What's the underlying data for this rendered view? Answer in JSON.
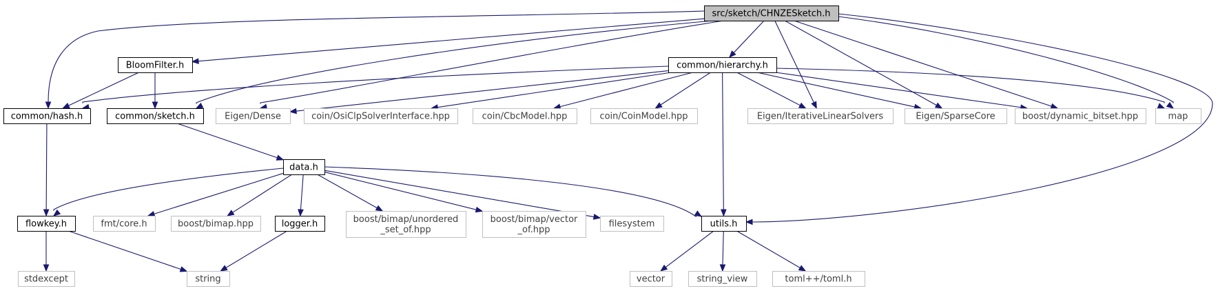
{
  "diagram": {
    "type": "include-dependency-graph",
    "colors": {
      "edge": "#191970",
      "root_fill": "#bfbfbf",
      "local_border": "#000000",
      "external_border": "#bfbfbf",
      "external_text": "#404040"
    },
    "nodes": [
      {
        "id": "root",
        "label": "src/sketch/CHNZESketch.h",
        "kind": "root"
      },
      {
        "id": "bloom",
        "label": "BloomFilter.h",
        "kind": "local"
      },
      {
        "id": "hier",
        "label": "common/hierarchy.h",
        "kind": "local"
      },
      {
        "id": "hash",
        "label": "common/hash.h",
        "kind": "local"
      },
      {
        "id": "csketch",
        "label": "common/sketch.h",
        "kind": "local"
      },
      {
        "id": "dense",
        "label": "Eigen/Dense",
        "kind": "external"
      },
      {
        "id": "osi",
        "label": "coin/OsiClpSolverInterface.hpp",
        "kind": "external"
      },
      {
        "id": "cbc",
        "label": "coin/CbcModel.hpp",
        "kind": "external"
      },
      {
        "id": "coinm",
        "label": "coin/CoinModel.hpp",
        "kind": "external"
      },
      {
        "id": "iter",
        "label": "Eigen/IterativeLinearSolvers",
        "kind": "external"
      },
      {
        "id": "sparse",
        "label": "Eigen/SparseCore",
        "kind": "external"
      },
      {
        "id": "dynb",
        "label": "boost/dynamic_bitset.hpp",
        "kind": "external"
      },
      {
        "id": "map",
        "label": "map",
        "kind": "external"
      },
      {
        "id": "data",
        "label": "data.h",
        "kind": "local"
      },
      {
        "id": "flowkey",
        "label": "flowkey.h",
        "kind": "local"
      },
      {
        "id": "fmt",
        "label": "fmt/core.h",
        "kind": "external"
      },
      {
        "id": "bimap",
        "label": "boost/bimap.hpp",
        "kind": "external"
      },
      {
        "id": "logger",
        "label": "logger.h",
        "kind": "local"
      },
      {
        "id": "unord",
        "label": [
          "boost/bimap/unordered",
          "_set_of.hpp"
        ],
        "kind": "external"
      },
      {
        "id": "vecof",
        "label": [
          "boost/bimap/vector",
          "_of.hpp"
        ],
        "kind": "external"
      },
      {
        "id": "fs",
        "label": "filesystem",
        "kind": "external"
      },
      {
        "id": "utils",
        "label": "utils.h",
        "kind": "local"
      },
      {
        "id": "stdex",
        "label": "stdexcept",
        "kind": "external"
      },
      {
        "id": "string",
        "label": "string",
        "kind": "external"
      },
      {
        "id": "vector",
        "label": "vector",
        "kind": "external"
      },
      {
        "id": "sview",
        "label": "string_view",
        "kind": "external"
      },
      {
        "id": "toml",
        "label": "toml++/toml.h",
        "kind": "external"
      }
    ],
    "edges": [
      [
        "root",
        "bloom"
      ],
      [
        "root",
        "hier"
      ],
      [
        "root",
        "hash"
      ],
      [
        "root",
        "csketch"
      ],
      [
        "root",
        "dense"
      ],
      [
        "root",
        "iter"
      ],
      [
        "root",
        "sparse"
      ],
      [
        "root",
        "dynb"
      ],
      [
        "root",
        "map"
      ],
      [
        "root",
        "utils"
      ],
      [
        "bloom",
        "hash"
      ],
      [
        "bloom",
        "csketch"
      ],
      [
        "hier",
        "hash"
      ],
      [
        "hier",
        "dense"
      ],
      [
        "hier",
        "osi"
      ],
      [
        "hier",
        "cbc"
      ],
      [
        "hier",
        "coinm"
      ],
      [
        "hier",
        "iter"
      ],
      [
        "hier",
        "sparse"
      ],
      [
        "hier",
        "dynb"
      ],
      [
        "hier",
        "map"
      ],
      [
        "hier",
        "utils"
      ],
      [
        "hash",
        "flowkey"
      ],
      [
        "csketch",
        "data"
      ],
      [
        "data",
        "flowkey"
      ],
      [
        "data",
        "fmt"
      ],
      [
        "data",
        "bimap"
      ],
      [
        "data",
        "logger"
      ],
      [
        "data",
        "unord"
      ],
      [
        "data",
        "vecof"
      ],
      [
        "data",
        "fs"
      ],
      [
        "data",
        "utils"
      ],
      [
        "flowkey",
        "stdex"
      ],
      [
        "flowkey",
        "string"
      ],
      [
        "logger",
        "string"
      ],
      [
        "utils",
        "vector"
      ],
      [
        "utils",
        "sview"
      ],
      [
        "utils",
        "toml"
      ]
    ]
  }
}
